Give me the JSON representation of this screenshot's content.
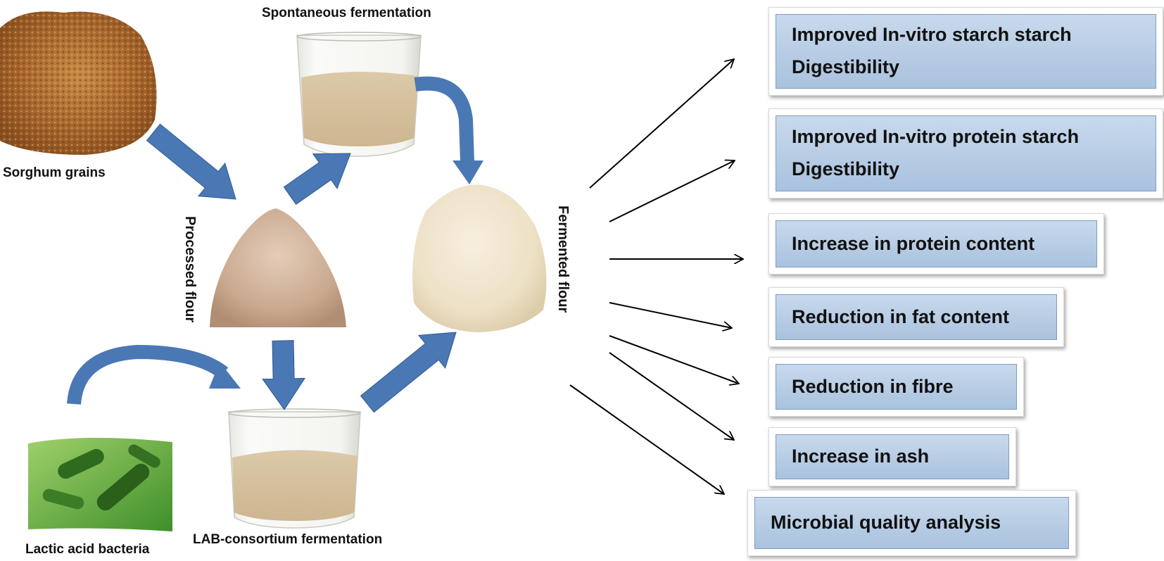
{
  "labels": {
    "sorghum_grains": "Sorghum grains",
    "spontaneous_fermentation": "Spontaneous fermentation",
    "processed_flour": "Processed flour",
    "fermented_flour": "Fermented flour",
    "lactic_acid_bacteria": "Lactic acid bacteria",
    "lab_fermentation": "LAB-consortium fermentation"
  },
  "outcomes": [
    {
      "line1": "Improved In-vitro starch starch",
      "line2": "Digestibility"
    },
    {
      "line1": "Improved In-vitro protein starch",
      "line2": "Digestibility"
    },
    {
      "line1": "Increase in protein content",
      "line2": ""
    },
    {
      "line1": "Reduction in fat content",
      "line2": ""
    },
    {
      "line1": "Reduction in fibre",
      "line2": ""
    },
    {
      "line1": "Increase in ash",
      "line2": ""
    },
    {
      "line1": "Microbial quality analysis",
      "line2": ""
    }
  ],
  "colors": {
    "flow_arrow": "#4a78b5",
    "flow_arrow_edge": "#2f5a92",
    "box_fill": "#b5cbe3",
    "box_border": "#7e9cc0"
  }
}
